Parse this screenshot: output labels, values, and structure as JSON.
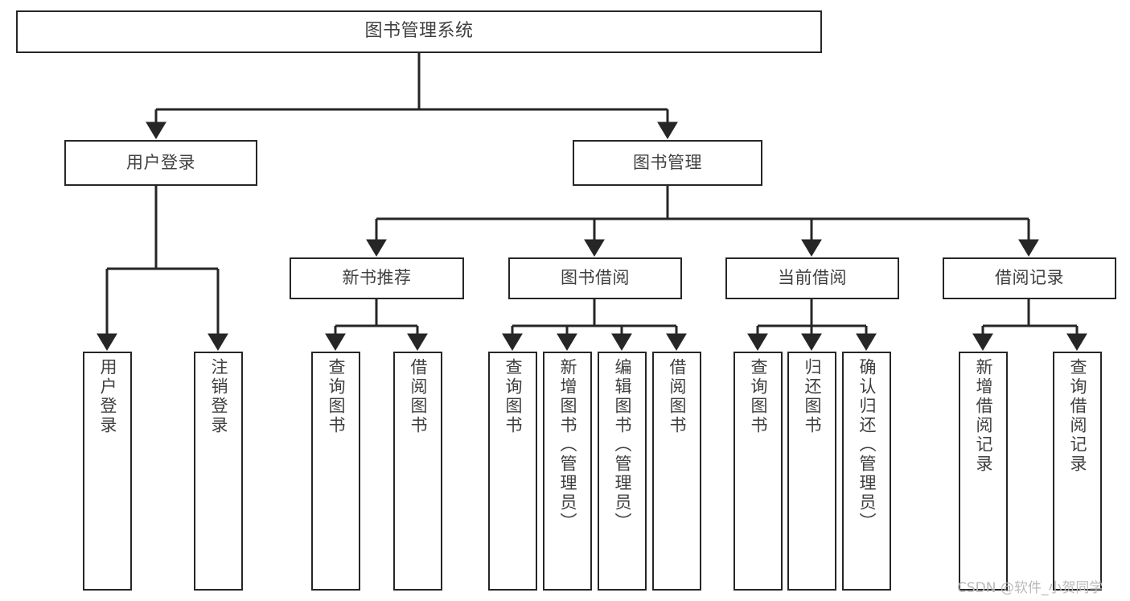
{
  "diagram": {
    "title": "图书管理系统",
    "type": "tree-hierarchy-chart",
    "colors": {
      "background": "#ffffff",
      "box_border": "#262626",
      "box_fill": "#ffffff",
      "text": "#3f3f3f",
      "edge": "#262626",
      "watermark": "#b9b9b9"
    },
    "root": {
      "id": "root",
      "label": "图书管理系统"
    },
    "level1": [
      {
        "id": "n-user-login",
        "label": "用户登录"
      },
      {
        "id": "n-book-manage",
        "label": "图书管理"
      }
    ],
    "level2": [
      {
        "id": "n-new-book-rec",
        "label": "新书推荐",
        "parent": "n-book-manage"
      },
      {
        "id": "n-book-borrow",
        "label": "图书借阅",
        "parent": "n-book-manage"
      },
      {
        "id": "n-current-borrow",
        "label": "当前借阅",
        "parent": "n-book-manage"
      },
      {
        "id": "n-borrow-record",
        "label": "借阅记录",
        "parent": "n-book-manage"
      }
    ],
    "leaves": [
      {
        "id": "leaf-user-login",
        "label": "用户登录",
        "parent": "n-user-login"
      },
      {
        "id": "leaf-logout-login",
        "label": "注销登录",
        "parent": "n-user-login"
      },
      {
        "id": "leaf-query-book-1",
        "label": "查询图书",
        "parent": "n-new-book-rec"
      },
      {
        "id": "leaf-borrow-book-1",
        "label": "借阅图书",
        "parent": "n-new-book-rec"
      },
      {
        "id": "leaf-query-book-2",
        "label": "查询图书",
        "parent": "n-book-borrow"
      },
      {
        "id": "leaf-add-book",
        "label": "新增图书（管理员）",
        "parent": "n-book-borrow"
      },
      {
        "id": "leaf-edit-book",
        "label": "编辑图书（管理员）",
        "parent": "n-book-borrow"
      },
      {
        "id": "leaf-borrow-book-2",
        "label": "借阅图书",
        "parent": "n-book-borrow"
      },
      {
        "id": "leaf-query-book-3",
        "label": "查询图书",
        "parent": "n-current-borrow"
      },
      {
        "id": "leaf-return-book",
        "label": "归还图书",
        "parent": "n-current-borrow"
      },
      {
        "id": "leaf-confirm-return",
        "label": "确认归还（管理员）",
        "parent": "n-current-borrow"
      },
      {
        "id": "leaf-add-borrow-record",
        "label": "新增借阅记录",
        "parent": "n-borrow-record"
      },
      {
        "id": "leaf-query-borrow-record",
        "label": "查询借阅记录",
        "parent": "n-borrow-record"
      }
    ],
    "watermark": "CSDN @软件_小贺同学"
  }
}
